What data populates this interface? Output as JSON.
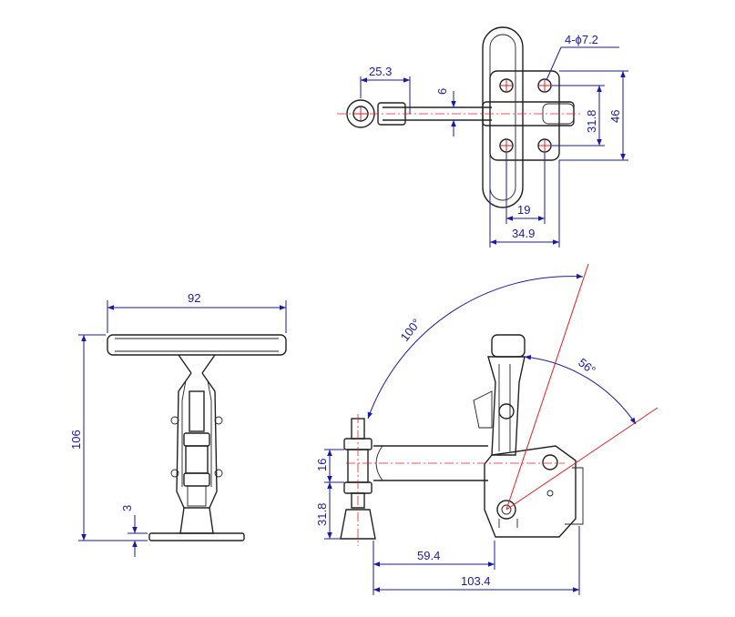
{
  "colors": {
    "dimension": "#1a1aa8",
    "outline": "#222222",
    "centerline": "#e02020",
    "background": "#ffffff"
  },
  "top_view": {
    "hole_callout": "4-ϕ7.2",
    "dim_reach": "25.3",
    "dim_bar": "6",
    "dim_hole_v": "31.8",
    "dim_base_v": "46",
    "dim_hole_h": "19",
    "dim_base_h": "34.9"
  },
  "front_view": {
    "dim_handle_width": "92",
    "dim_height": "106",
    "dim_base_thickness": "3"
  },
  "side_view": {
    "angle_open": "100°",
    "angle_release": "56°",
    "dim_spindle_block": "16",
    "dim_spindle_height": "31.8",
    "dim_reach_1": "59.4",
    "dim_reach_2": "103.4"
  }
}
